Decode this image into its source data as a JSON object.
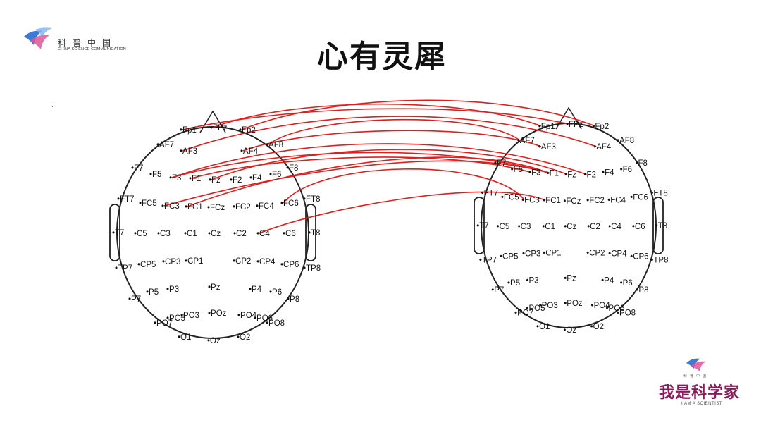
{
  "title": "心有灵犀",
  "logo_top": {
    "cn": "科普中国",
    "en": "CHINA SCIENCE COMMUNICATION"
  },
  "logo_bottom": {
    "small": "科普中国",
    "big": "我是科学家",
    "en": "I AM A SCIENTIST"
  },
  "mark": "`",
  "colors": {
    "link": "#e11d1d",
    "outline": "#222222",
    "logo_blue": "#3a7bd5",
    "logo_pink": "#e0559a"
  },
  "electrodes": [
    "Fp1",
    "FPz",
    "Fp2",
    "AF7",
    "AF3",
    "AF4",
    "AF8",
    "F7",
    "F5",
    "F3",
    "F1",
    "Fz",
    "F2",
    "F4",
    "F6",
    "F8",
    "FT7",
    "FC5",
    "FC3",
    "FC1",
    "FCz",
    "FC2",
    "FC4",
    "FC6",
    "FT8",
    "T7",
    "C5",
    "C3",
    "C1",
    "Cz",
    "C2",
    "C4",
    "C6",
    "T8",
    "TP7",
    "CP5",
    "CP3",
    "CP1",
    "CP2",
    "CP4",
    "CP6",
    "TP8",
    "P7",
    "P5",
    "P3",
    "Pz",
    "P4",
    "P6",
    "P8",
    "PO7",
    "PO5",
    "PO3",
    "POz",
    "PO4",
    "PO6",
    "PO8",
    "O1",
    "Oz",
    "O2"
  ],
  "connections": [
    [
      "Fp1",
      "FPz"
    ],
    [
      "FPz",
      "Fp1"
    ],
    [
      "Fp2",
      "Fp2"
    ],
    [
      "AF3",
      "AF4"
    ],
    [
      "AF4",
      "AF3"
    ],
    [
      "AF8",
      "AF7"
    ],
    [
      "Fz",
      "Fz"
    ],
    [
      "F3",
      "F2"
    ],
    [
      "F1",
      "F3"
    ],
    [
      "F3",
      "F1"
    ],
    [
      "FC1",
      "F1"
    ],
    [
      "FC6",
      "FC3"
    ],
    [
      "C4",
      "FC1"
    ],
    [
      "FC3",
      "F1"
    ]
  ]
}
